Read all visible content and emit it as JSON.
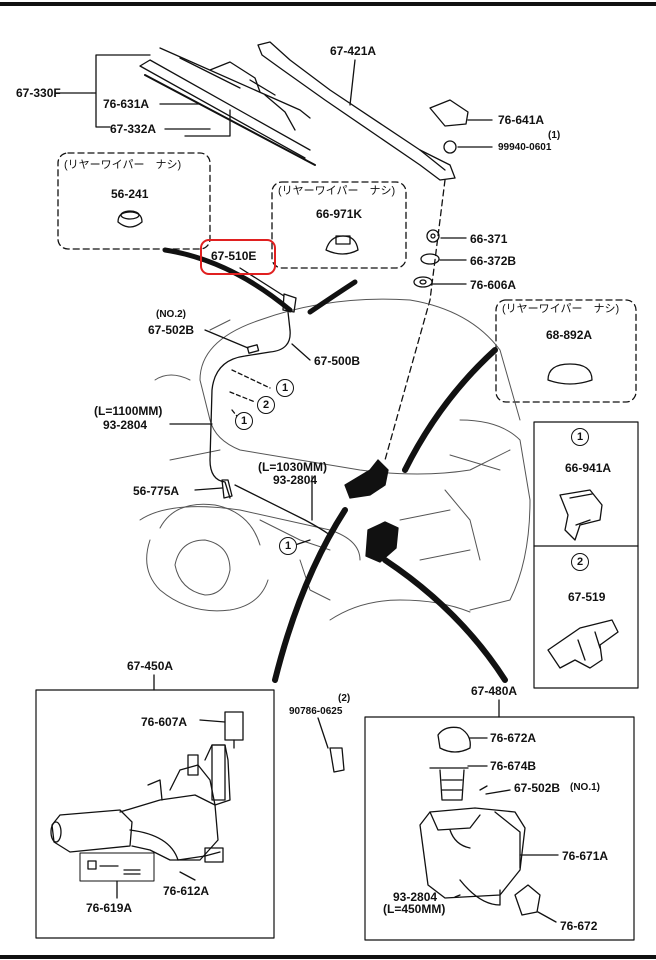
{
  "parts": {
    "p67_330F": "67-330F",
    "p67_421A": "67-421A",
    "p76_631A": "76-631A",
    "p67_332A": "67-332A",
    "p76_641A": "76-641A",
    "p99940_qty": "(1)",
    "p99940": "99940-0601",
    "p56_241": "56-241",
    "p66_971K": "66-971K",
    "p66_371": "66-371",
    "p67_510E": "67-510E",
    "p66_372B": "66-372B",
    "p76_606A": "76-606A",
    "p67_502B_note": "(NO.2)",
    "p67_502B": "67-502B",
    "p67_500B": "67-500B",
    "p68_892A": "68-892A",
    "hose1_len": "(L=1100MM)",
    "hose1": "93-2804",
    "p56_775A": "56-775A",
    "hose2_len": "(L=1030MM)",
    "hose2": "93-2804",
    "p67_450A": "67-450A",
    "p76_607A": "76-607A",
    "p76_612A": "76-612A",
    "p76_619A": "76-619A",
    "p67_480A": "67-480A",
    "p90786_qty": "(2)",
    "p90786": "90786-0625",
    "p76_672A": "76-672A",
    "p76_674B": "76-674B",
    "p67_502B_2": "67-502B",
    "p67_502B_2_note": "(NO.1)",
    "p76_671A": "76-671A",
    "hose3": "93-2804",
    "hose3_len": "(L=450MM)",
    "p76_672": "76-672"
  },
  "notes": {
    "rear_wiper_none_1": "(リヤーワイパー　ナシ)",
    "rear_wiper_none_2": "(リヤーワイパー　ナシ)",
    "rear_wiper_none_3": "(リヤーワイパー　ナシ)"
  },
  "legend": {
    "clip1_num": "1",
    "clip1_part": "66-941A",
    "clip2_num": "2",
    "clip2_part": "67-519"
  },
  "callouts": {
    "c1a": "1",
    "c2": "2",
    "c1b": "1",
    "c1c": "1"
  },
  "highlight_color": "#e02020"
}
